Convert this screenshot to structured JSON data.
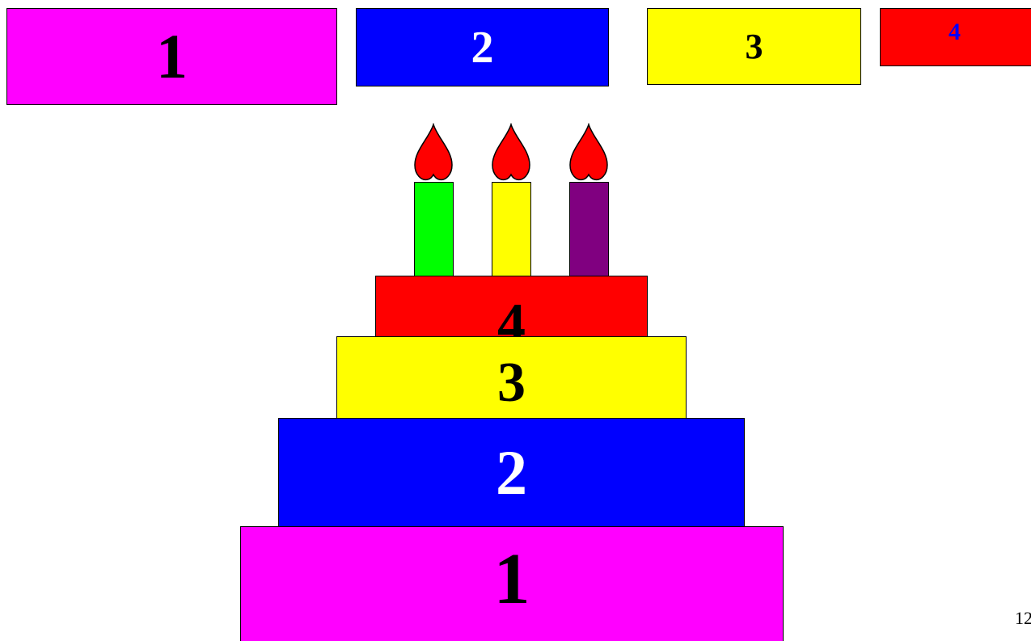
{
  "pieces": [
    {
      "label": "1",
      "color": "#ff00ff",
      "text_color": "#000000"
    },
    {
      "label": "2",
      "color": "#0000ff",
      "text_color": "#ffffff"
    },
    {
      "label": "3",
      "color": "#ffff00",
      "text_color": "#000000"
    },
    {
      "label": "4",
      "color": "#ff0000",
      "text_color": "#0000ff"
    }
  ],
  "cake": {
    "layers": [
      {
        "label": "1",
        "color": "#ff00ff",
        "text_color": "#000000"
      },
      {
        "label": "2",
        "color": "#0000ff",
        "text_color": "#ffffff"
      },
      {
        "label": "3",
        "color": "#ffff00",
        "text_color": "#000000"
      },
      {
        "label": "4",
        "color": "#ff0000",
        "text_color": "#000000"
      }
    ],
    "candles": [
      {
        "color": "#00ff00",
        "flame_color": "#ff0000"
      },
      {
        "color": "#ffff00",
        "flame_color": "#ff0000"
      },
      {
        "color": "#800080",
        "flame_color": "#ff0000"
      }
    ]
  },
  "page_number": "12"
}
